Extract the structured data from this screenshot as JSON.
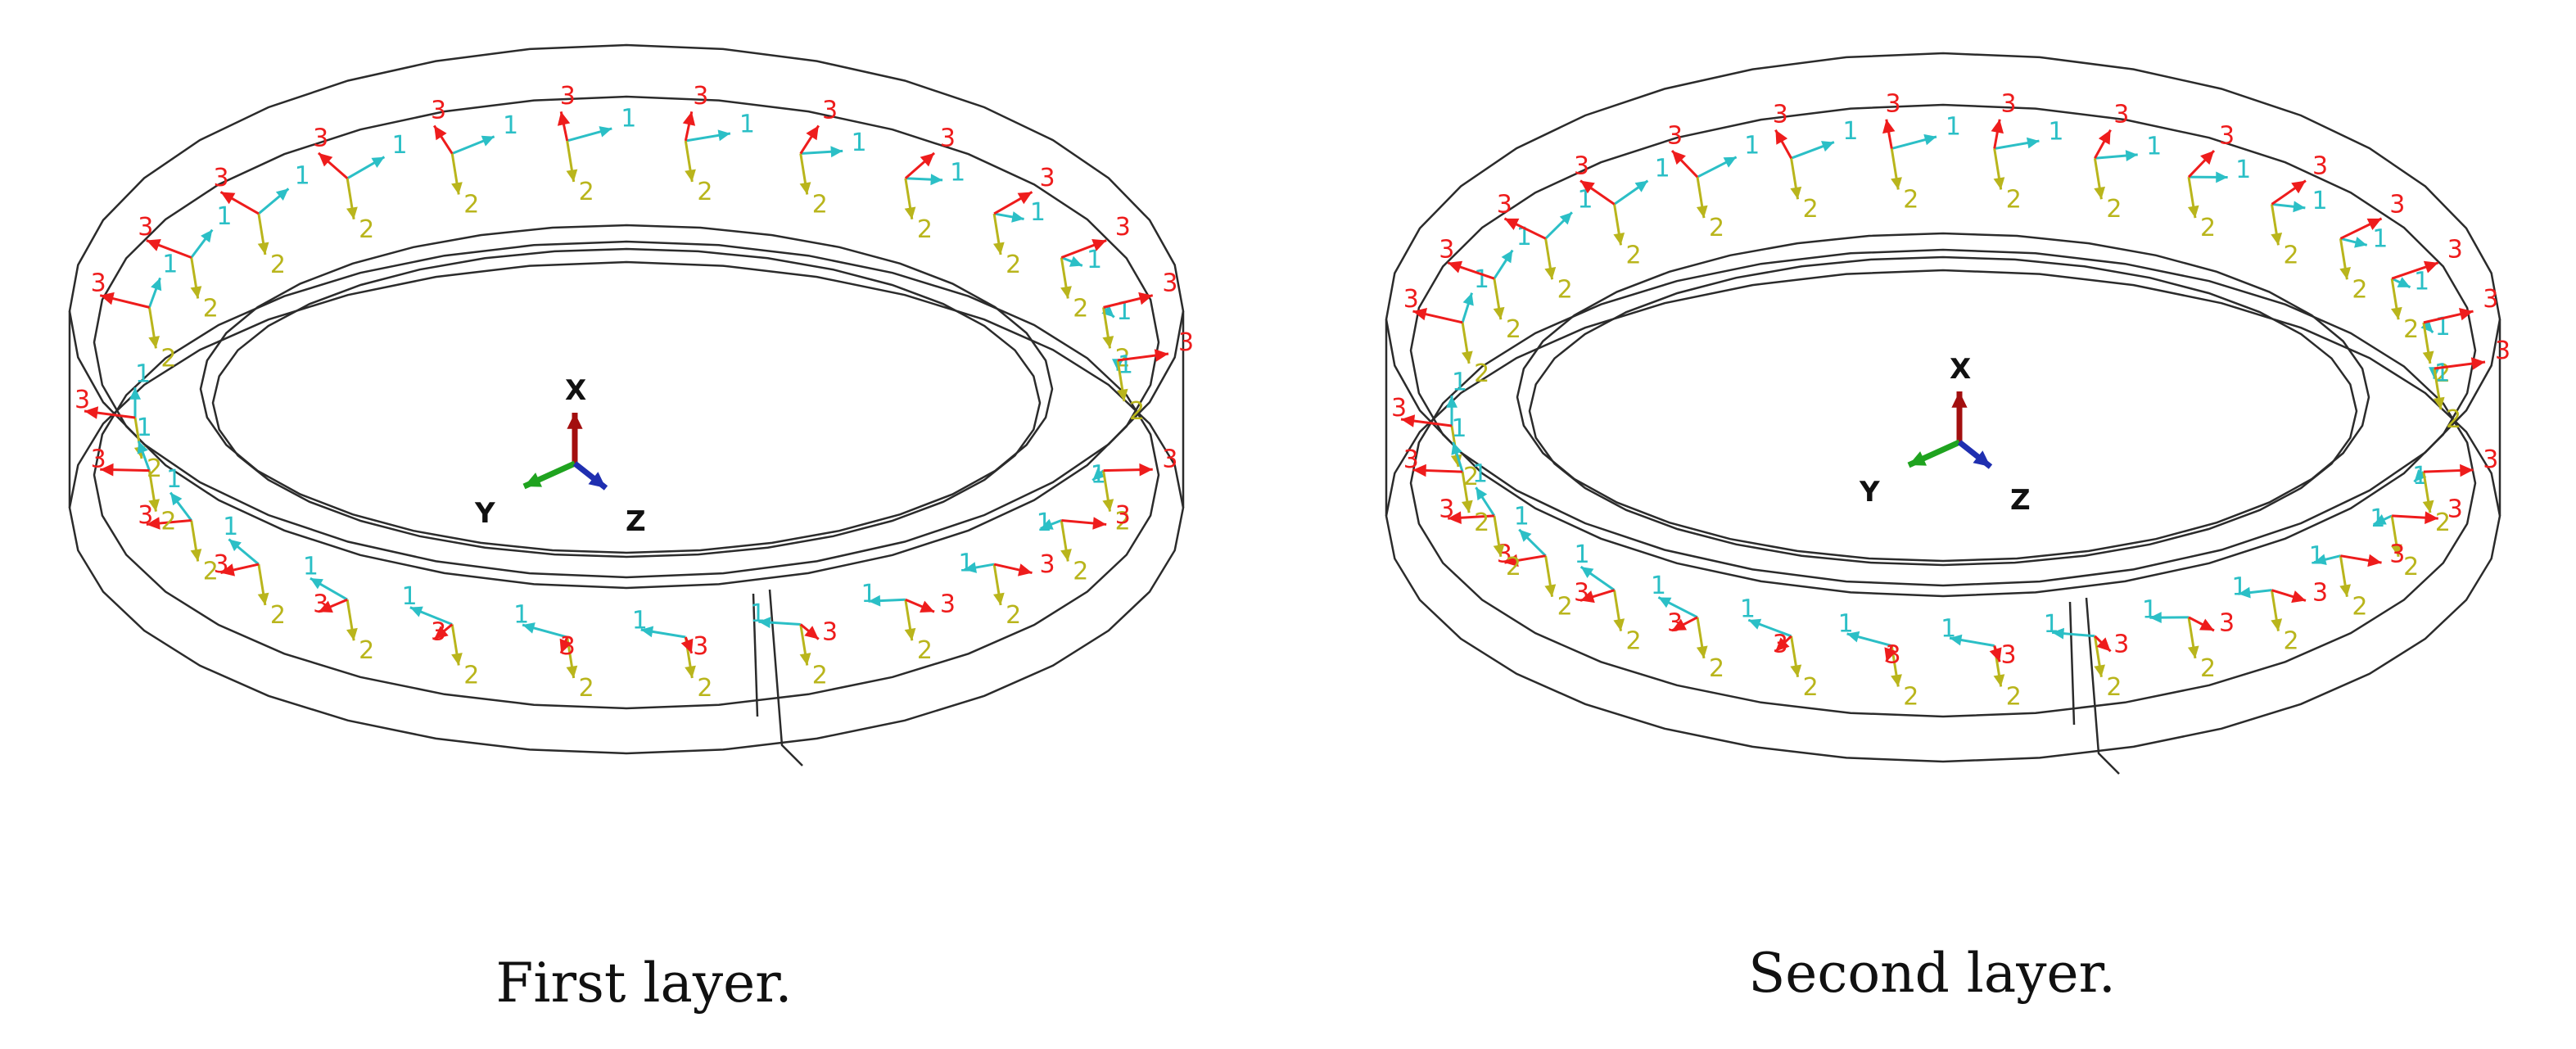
{
  "colors": {
    "axis1": "#2bbfc6",
    "axis2": "#b9b51c",
    "axis3": "#ee1c1c",
    "outline": "#2b2b2b",
    "triad_x": "#a30f0f",
    "triad_y": "#1fa31f",
    "triad_z": "#1f2fb0"
  },
  "triad": {
    "x_label": "X",
    "y_label": "Y",
    "z_label": "Z"
  },
  "axis_labels": {
    "a1": "1",
    "a2": "2",
    "a3": "3"
  },
  "panels": [
    {
      "id": "first",
      "caption": "First layer.",
      "markers": 26
    },
    {
      "id": "second",
      "caption": "Second layer.",
      "markers": 30
    }
  ]
}
